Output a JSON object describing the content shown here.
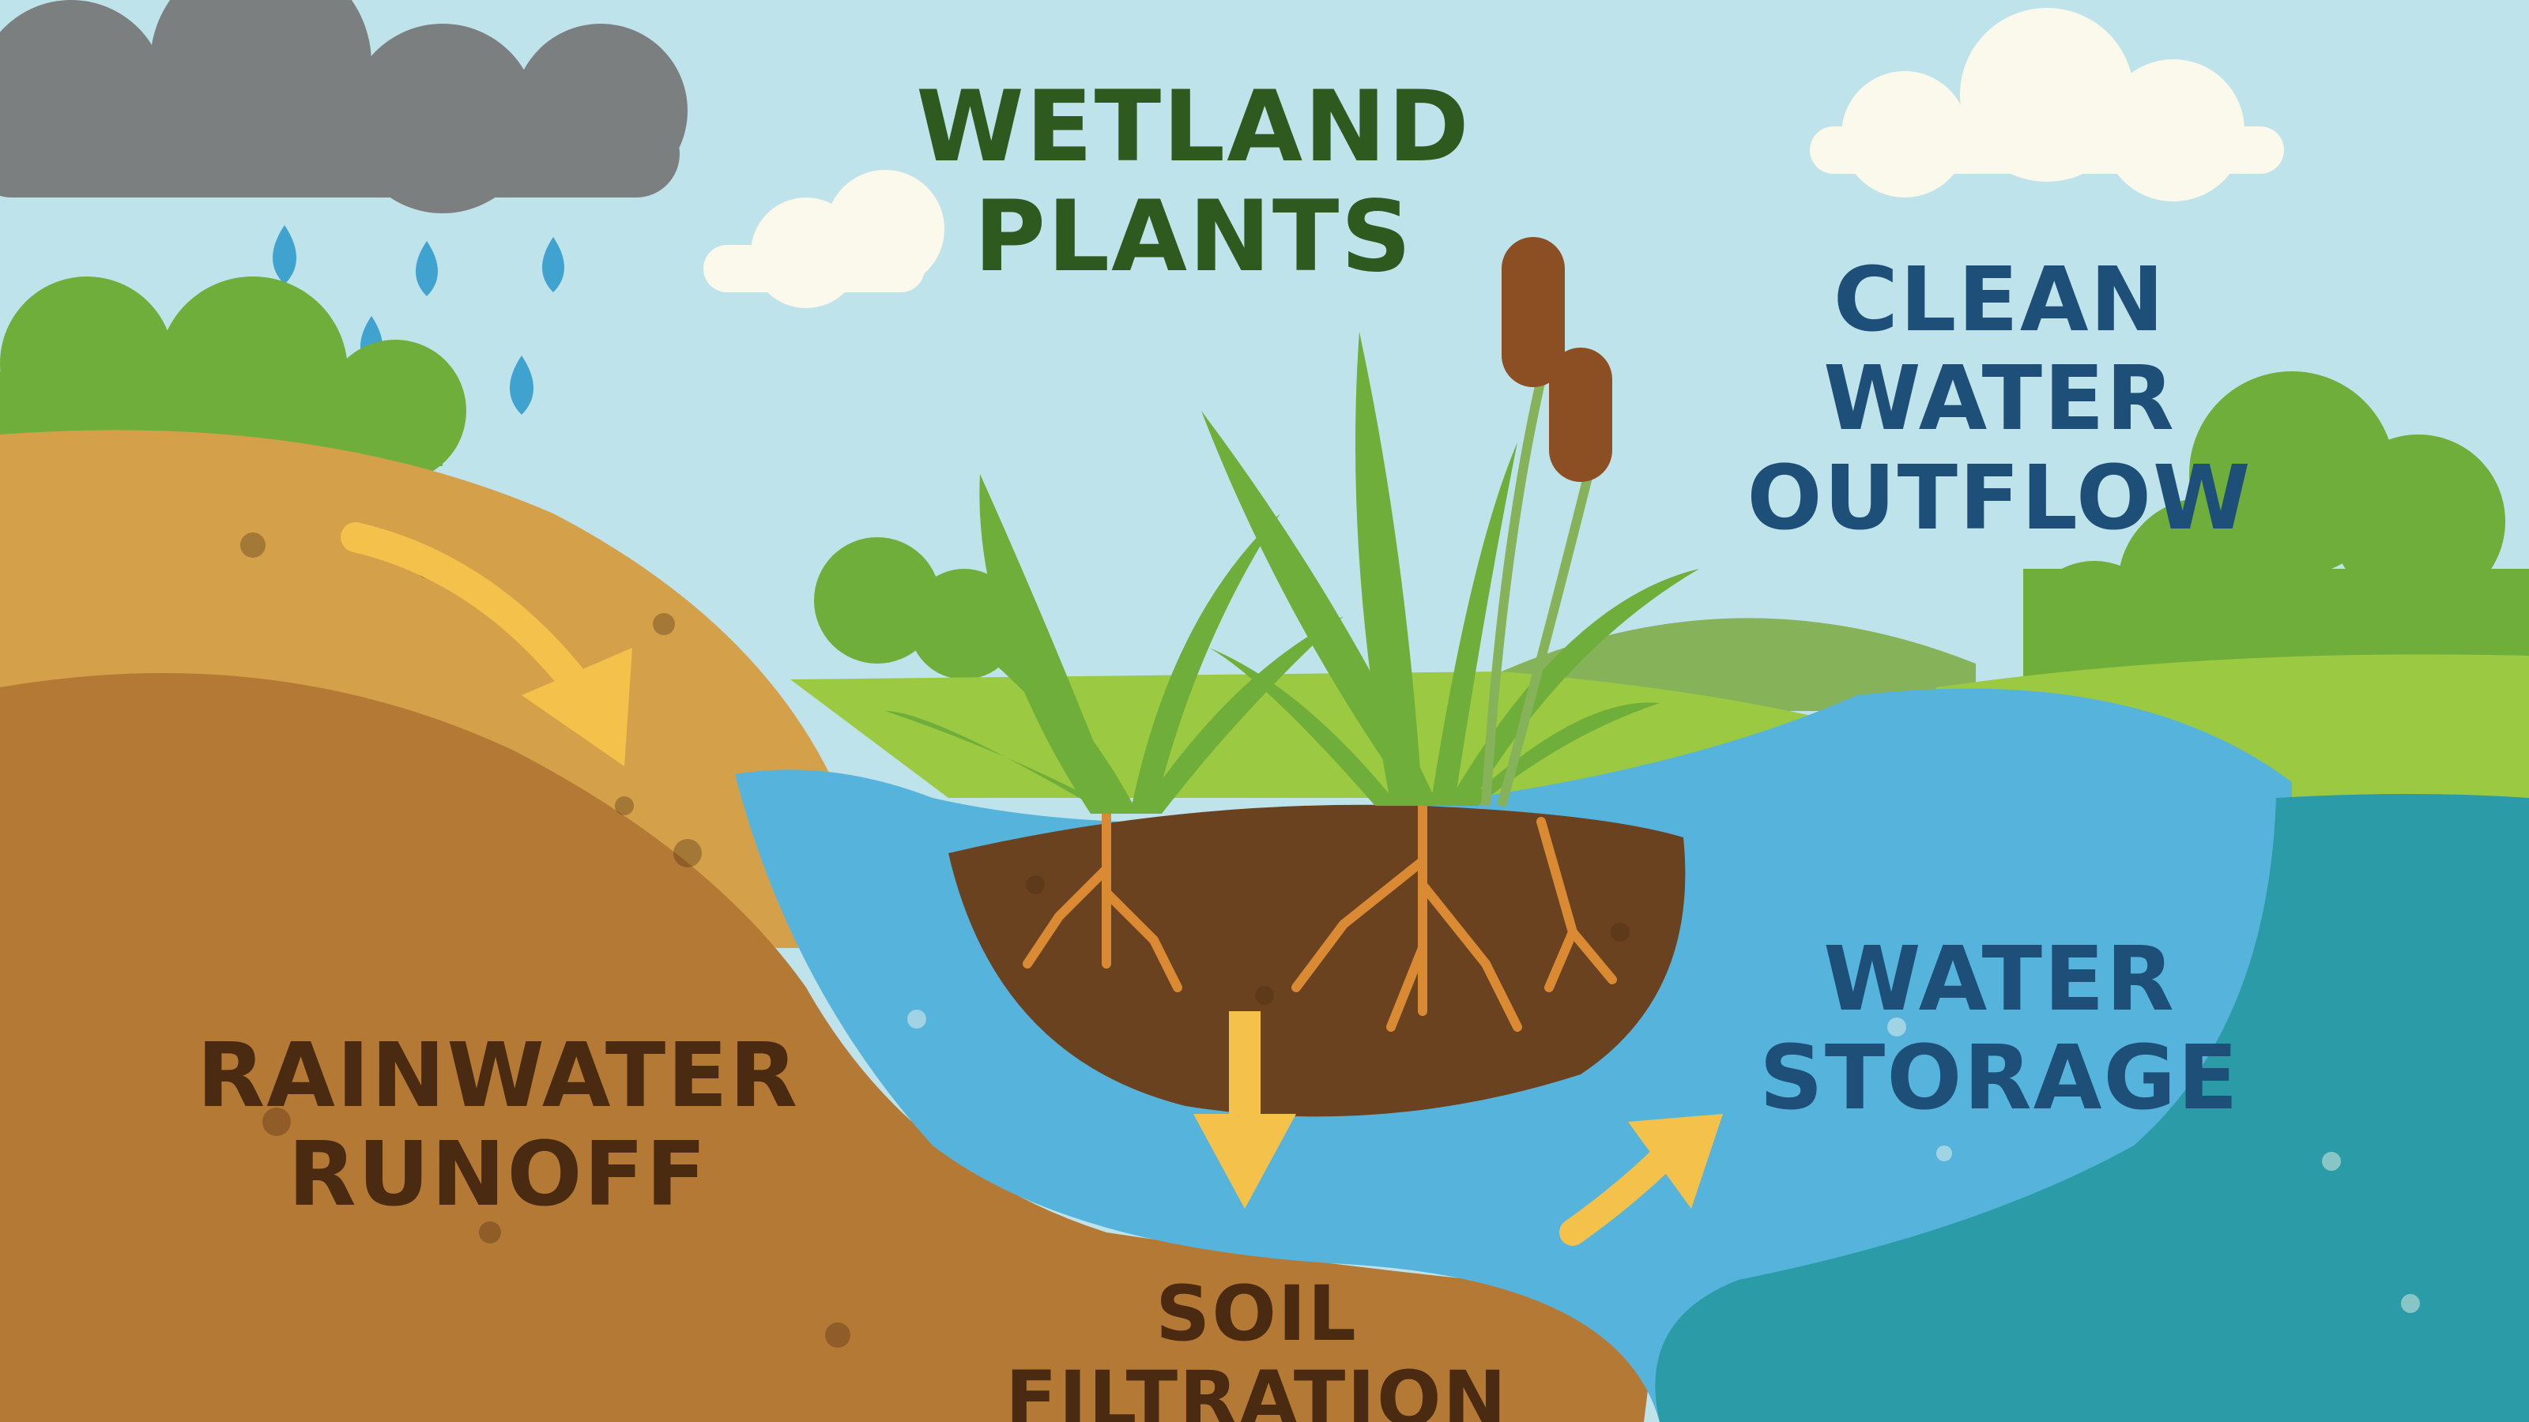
{
  "labels": {
    "wetland_plants": [
      "WETLAND",
      "PLANTS"
    ],
    "clean_water_outflow": [
      "CLEAN",
      "WATER",
      "OUTFLOW"
    ],
    "rainwater_runoff": [
      "RAINWATER",
      "RUNOFF"
    ],
    "water_storage": [
      "WATER",
      "STORAGE"
    ],
    "soil_filtration": [
      "SOIL FILTRATION"
    ]
  },
  "colors": {
    "sky": "#bfe3ea",
    "cloud_storm": "#7c7f80",
    "cloud_white": "#fbf8ec",
    "rain_drop": "#3fa2cf",
    "bush_green": "#6fae3a",
    "grass_light": "#9cc942",
    "hill_green": "#86b25a",
    "topsoil": "#d4a14a",
    "subsoil": "#b57936",
    "root_soil": "#6b4220",
    "root": "#d98a32",
    "water_light": "#56b4dc",
    "water_deep": "#2b9ba8",
    "cattail": "#8b4f23",
    "arrow": "#f4c14a",
    "text_green": "#2e5a1f",
    "text_blue": "#1d4f78",
    "text_brown": "#4a2a10"
  }
}
